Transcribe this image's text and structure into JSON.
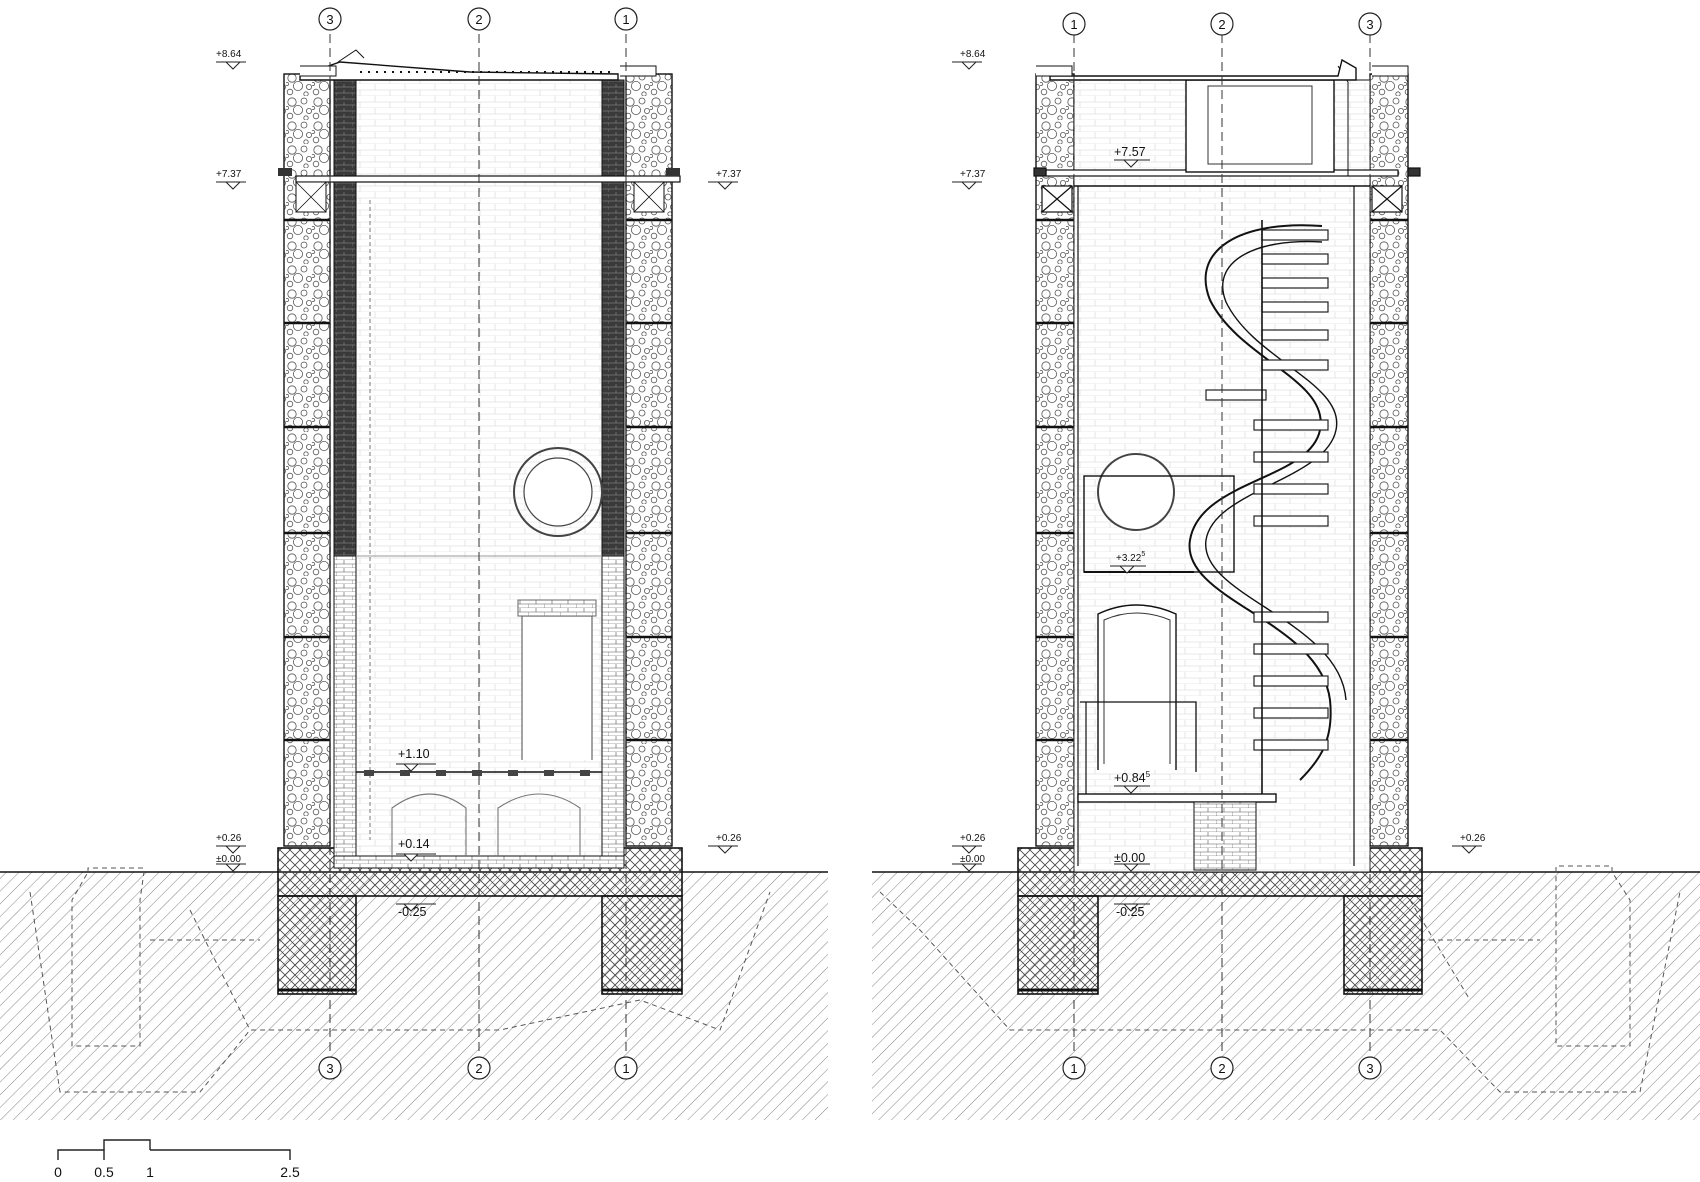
{
  "section_left": {
    "axes_top": [
      "3",
      "2",
      "1"
    ],
    "axes_bottom": [
      "3",
      "2",
      "1"
    ],
    "levels": {
      "top": "+8.64",
      "eave_left": "+7.37",
      "eave_right": "+7.37",
      "floor_upper": "+1.10",
      "floor_inner": "+0.14",
      "plinth_left": "+0.26",
      "ground_left": "±0.00",
      "plinth_right": "+0.26",
      "foundation": "-0.25"
    }
  },
  "section_right": {
    "axes_top": [
      "1",
      "2",
      "3"
    ],
    "axes_bottom": [
      "1",
      "2",
      "3"
    ],
    "levels": {
      "top": "+8.64",
      "eave_left": "+7.37",
      "platform": "+7.57",
      "landing_mid": "+3.22",
      "landing_mid_sup": "5",
      "landing_low": "+0.84",
      "landing_low_sup": "5",
      "plinth_left": "+0.26",
      "ground_left": "±0.00",
      "floor": "±0.00",
      "plinth_right": "+0.26",
      "foundation": "-0.25"
    }
  },
  "scale_bar": {
    "labels": [
      "0",
      "0.5",
      "1",
      "2.5"
    ]
  },
  "colors": {
    "line": "#1a1a1a",
    "hatch": "#6f6f6f",
    "dark_brick": "#3a3a3a",
    "paper": "#ffffff"
  }
}
